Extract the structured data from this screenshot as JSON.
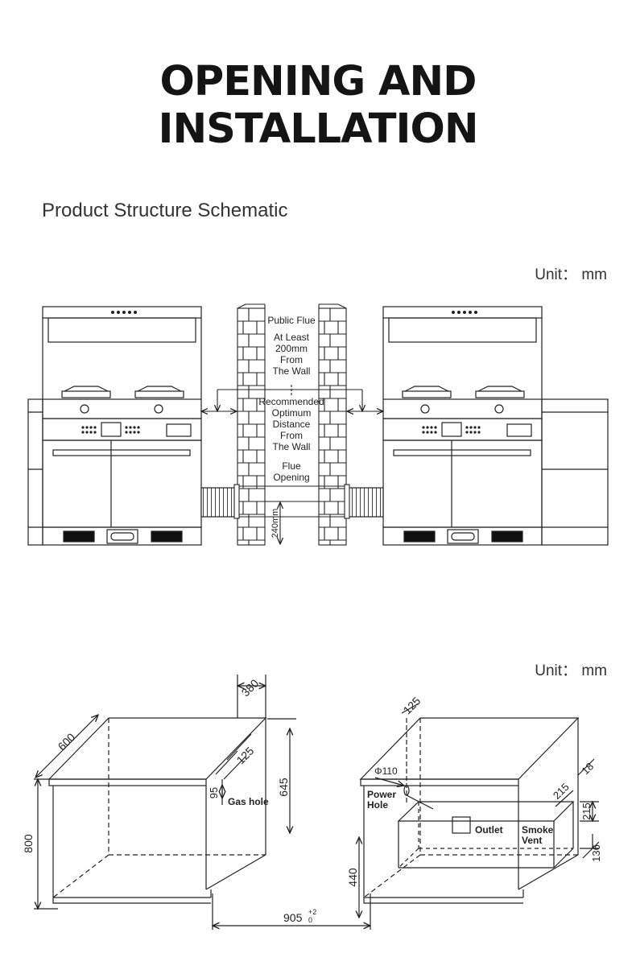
{
  "header": {
    "title": "OPENING AND INSTALLATION",
    "subtitle": "Product Structure Schematic"
  },
  "units": {
    "top": "Unit： mm",
    "bottom": "Unit： mm"
  },
  "schematic": {
    "public_flue": "Public Flue",
    "at_least": [
      "At Least",
      "200mm",
      "From",
      "The Wall"
    ],
    "recommended": [
      "Recommended",
      "Optimum",
      "Distance",
      "From",
      "The Wall"
    ],
    "flue_opening": [
      "Flue",
      "Opening"
    ],
    "height_240": "240mm"
  },
  "left_cabinet": {
    "width": "600",
    "height": "800",
    "cut_depth": "380",
    "cut_width": "125",
    "gas_offset": "95",
    "height_645": "645",
    "gas_hole": "Gas hole",
    "total_width": "905",
    "tol_plus": "+2",
    "tol_zero": "0"
  },
  "right_cabinet": {
    "top_125": "125",
    "phi": "Φ110",
    "power": [
      "Power",
      "Hole"
    ],
    "outlet": "Outlet",
    "smoke": [
      "Smoke",
      "Vent"
    ],
    "dim_215a": "215",
    "dim_18": "18",
    "dim_215b": "215",
    "dim_136": "136",
    "dim_440": "440"
  }
}
